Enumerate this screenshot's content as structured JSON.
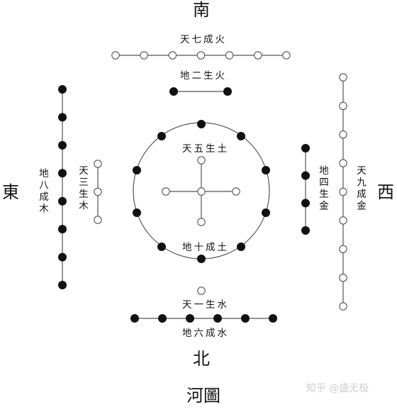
{
  "directions": {
    "south": "南",
    "north": "北",
    "east": "東",
    "west": "西"
  },
  "title": "河圖",
  "labels": {
    "tian_qi": "天七成火",
    "di_er": "地二生火",
    "tian_wu": "天五生土",
    "di_shi": "地十成土",
    "tian_yi": "天一生水",
    "di_liu": "地六成水",
    "di_ba": "地八成木",
    "tian_san": "天三生木",
    "di_si": "地四生金",
    "tian_jiu": "天九成金"
  },
  "watermark": "知乎 @盛无极",
  "colors": {
    "yang": "#ffffff",
    "yin": "#111111",
    "line": "#555555"
  }
}
